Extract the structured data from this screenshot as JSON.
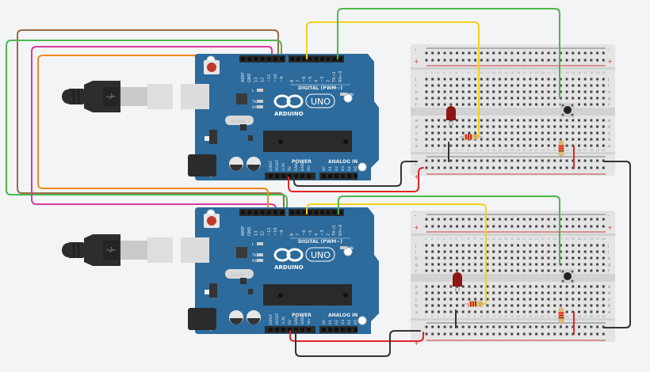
{
  "app": "Circuit simulator workspace",
  "colors": {
    "background": "#f3f4f6",
    "board": "#2c6b9c",
    "board_edge": "#205a86",
    "breadboard": "#e4e4e4",
    "wire_green": "#4cb84a",
    "wire_brown": "#9b6b45",
    "wire_magenta": "#d63ca0",
    "wire_orange": "#f08b1c",
    "wire_yellow": "#f2d01e",
    "wire_red": "#e02525",
    "wire_black": "#333333",
    "led": "#8f1414"
  },
  "arduinos": [
    {
      "id": "arduino-1",
      "brand": "ARDUINO",
      "model": "UNO",
      "crystal": "16.000",
      "header_digital_label": "DIGITAL (PWM~)",
      "header_power_label": "POWER",
      "header_analog_label": "ANALOG IN",
      "digital_pins": [
        "AREF",
        "GND",
        "13",
        "12",
        "~11",
        "~10",
        "~9",
        "8",
        "7",
        "~6",
        "~5",
        "4",
        "~3",
        "2",
        "TX→1",
        "RX←0"
      ],
      "power_pins": [
        "IOREF",
        "RESET",
        "3.3V",
        "5V",
        "GND",
        "GND",
        "Vin"
      ],
      "analog_pins": [
        "A0",
        "A1",
        "A2",
        "A3",
        "A4",
        "A5"
      ],
      "leds": [
        "L",
        "TX",
        "RX"
      ],
      "on_label": "ON"
    },
    {
      "id": "arduino-2",
      "brand": "ARDUINO",
      "model": "UNO",
      "crystal": "16.000",
      "header_digital_label": "DIGITAL (PWM~)",
      "header_power_label": "POWER",
      "header_analog_label": "ANALOG IN",
      "digital_pins": [
        "AREF",
        "GND",
        "13",
        "12",
        "~11",
        "~10",
        "~9",
        "8",
        "7",
        "~6",
        "~5",
        "4",
        "~3",
        "2",
        "TX→1",
        "RX←0"
      ],
      "power_pins": [
        "IOREF",
        "RESET",
        "3.3V",
        "5V",
        "GND",
        "GND",
        "Vin"
      ],
      "analog_pins": [
        "A0",
        "A1",
        "A2",
        "A3",
        "A4",
        "A5"
      ],
      "leds": [
        "L",
        "TX",
        "RX"
      ],
      "on_label": "ON"
    }
  ],
  "breadboards": [
    {
      "id": "breadboard-1",
      "rail_minus": "-",
      "rail_plus": "+",
      "rows_top": [
        "j",
        "i",
        "h",
        "g",
        "f"
      ],
      "rows_bottom": [
        "e",
        "d",
        "c",
        "b",
        "a"
      ],
      "columns": 30
    },
    {
      "id": "breadboard-2",
      "rail_minus": "-",
      "rail_plus": "+",
      "rows_top": [
        "j",
        "i",
        "h",
        "g",
        "f"
      ],
      "rows_bottom": [
        "e",
        "d",
        "c",
        "b",
        "a"
      ],
      "columns": 30
    }
  ],
  "components": [
    {
      "type": "led",
      "color": "red",
      "board": "breadboard-1"
    },
    {
      "type": "resistor",
      "board": "breadboard-1",
      "orientation": "horizontal"
    },
    {
      "type": "resistor",
      "board": "breadboard-1",
      "orientation": "vertical"
    },
    {
      "type": "pushbutton",
      "board": "breadboard-1"
    },
    {
      "type": "led",
      "color": "red",
      "board": "breadboard-2"
    },
    {
      "type": "resistor",
      "board": "breadboard-2",
      "orientation": "horizontal"
    },
    {
      "type": "resistor",
      "board": "breadboard-2",
      "orientation": "vertical"
    },
    {
      "type": "pushbutton",
      "board": "breadboard-2"
    }
  ],
  "wires": [
    {
      "color": "brown",
      "from": "arduino-1 pin 11",
      "to": "arduino-2 pin 11"
    },
    {
      "color": "green",
      "from": "arduino-1 pin 10",
      "to": "arduino-2 pin 10"
    },
    {
      "color": "magenta",
      "from": "arduino-1 pin 12",
      "to": "arduino-2 pin 12"
    },
    {
      "color": "orange",
      "from": "arduino-1 pin 13",
      "to": "arduino-2 pin 13"
    },
    {
      "color": "yellow",
      "from": "arduino-1 pin 7",
      "to": "breadboard-1 resistor"
    },
    {
      "color": "green",
      "from": "arduino-1 pin 2",
      "to": "breadboard-1 pushbutton"
    },
    {
      "color": "yellow",
      "from": "arduino-2 pin 7",
      "to": "breadboard-2 resistor"
    },
    {
      "color": "green",
      "from": "arduino-2 pin 2",
      "to": "breadboard-2 pushbutton"
    },
    {
      "color": "red",
      "from": "arduino-1 5V",
      "to": "breadboard-1 + rail"
    },
    {
      "color": "black",
      "from": "arduino-1 GND",
      "to": "breadboard-1 - rail"
    },
    {
      "color": "red",
      "from": "arduino-2 5V",
      "to": "breadboard-2 + rail"
    },
    {
      "color": "black",
      "from": "arduino-2 GND",
      "to": "breadboard-2 - rail"
    },
    {
      "color": "black",
      "from": "breadboard-1 - rail",
      "to": "breadboard-2 - rail"
    }
  ]
}
